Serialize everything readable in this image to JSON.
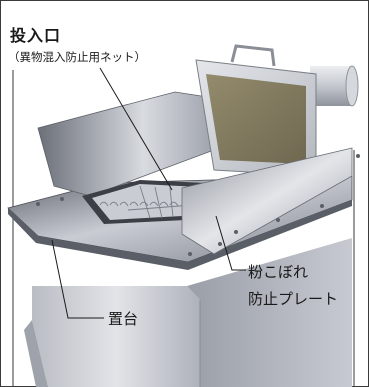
{
  "labels": {
    "inlet": "投入口",
    "inlet_note": "（異物混入防止用ネット）",
    "stand": "置台",
    "guard_line1": "粉こぼれ",
    "guard_line2": "防止プレート"
  },
  "colors": {
    "frame": "#3a3a3a",
    "leader_line": "#1a1a1a",
    "steel_light": "#d6d9df",
    "steel_mid": "#a9adb6",
    "steel_dark": "#6f737c",
    "lid_window": "#8a8166"
  }
}
